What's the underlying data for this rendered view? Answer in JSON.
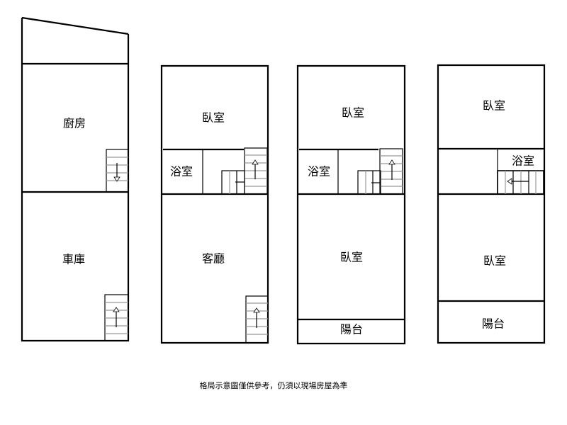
{
  "floors": [
    {
      "rooms": {
        "kitchen": "廚房",
        "garage": "車庫"
      }
    },
    {
      "rooms": {
        "bedroom": "臥室",
        "bathroom": "浴室",
        "living_room": "客廳"
      }
    },
    {
      "rooms": {
        "bedroom_top": "臥室",
        "bathroom": "浴室",
        "bedroom_bottom": "臥室",
        "balcony": "陽台"
      }
    },
    {
      "rooms": {
        "bedroom_top": "臥室",
        "bathroom": "浴室",
        "bedroom_bottom": "臥室",
        "balcony": "陽台"
      }
    }
  ],
  "caption": "格局示意圖僅供參考，仍須以現場房屋為準"
}
